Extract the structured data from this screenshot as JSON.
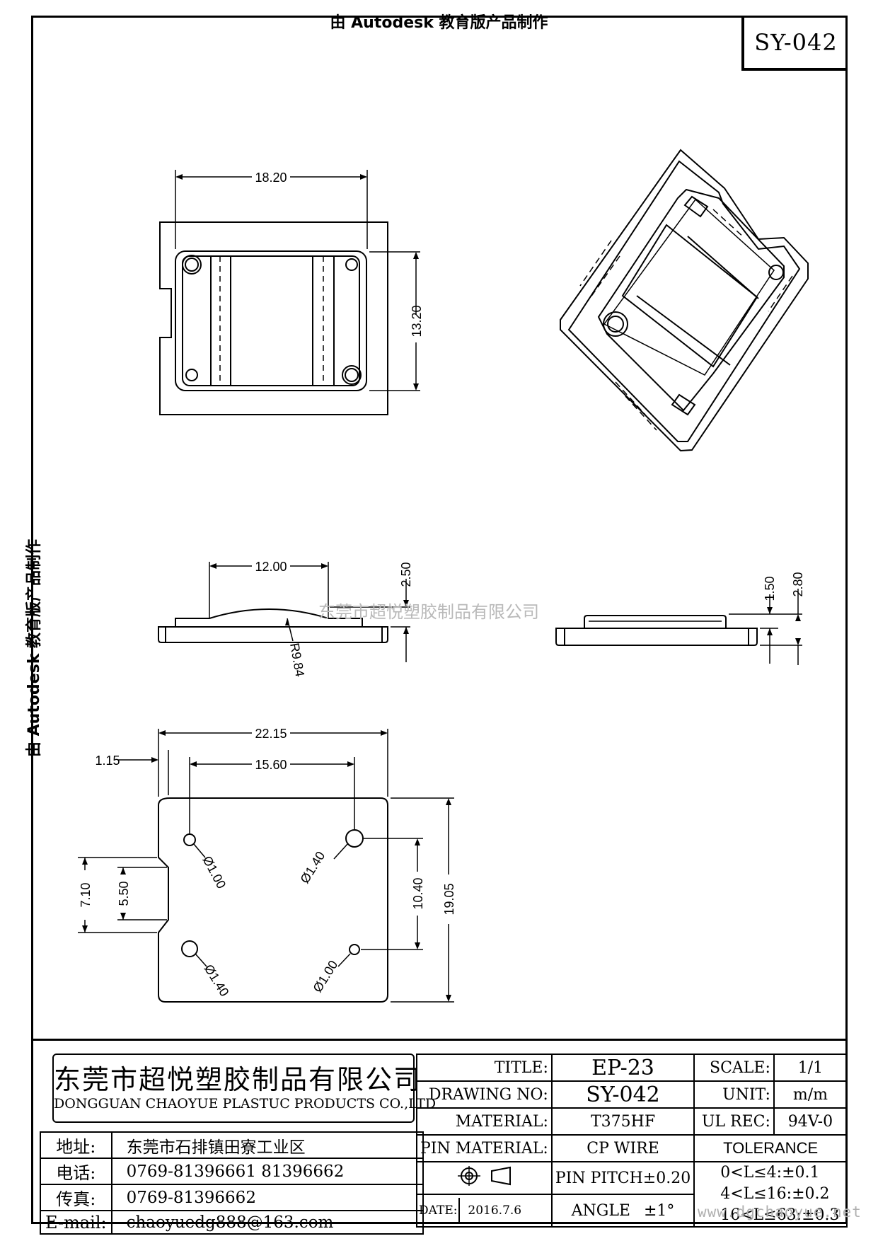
{
  "watermark": {
    "top": "由 Autodesk 教育版产品制作",
    "left": "由 Autodesk 教育版产品制作",
    "company": "东莞市超悦塑胶制品有限公司",
    "url": "www.dgchaoyue.net"
  },
  "drawing_number": "SY-042",
  "dimensions": {
    "top_width": "18.20",
    "top_height": "13.20",
    "front_width": "12.00",
    "front_depth": "2.50",
    "front_radius": "R9.84",
    "side_step": "1.50",
    "side_height": "2.80",
    "bottom_width": "22.15",
    "bottom_offset": "1.15",
    "pin_span_x": "15.60",
    "notch_outer": "7.10",
    "notch_inner": "5.50",
    "pin_span_y": "10.40",
    "bottom_height": "19.05",
    "hole_tl": "Ø1.00",
    "hole_tr": "Ø1.40",
    "hole_bl": "Ø1.40",
    "hole_br": "Ø1.00"
  },
  "company": {
    "name_cn": "东莞市超悦塑胶制品有限公司",
    "name_en": "DONGGUAN CHAOYUE PLASTUC PRODUCTS CO.,LTD"
  },
  "contact": [
    {
      "label": "地址:",
      "value": "东莞市石排镇田寮工业区"
    },
    {
      "label": "电话:",
      "value": "0769-81396661   81396662"
    },
    {
      "label": "传真:",
      "value": "0769-81396662"
    },
    {
      "label": "E-mail:",
      "value": "chaoyuedg888@163.com"
    }
  ],
  "spec": {
    "title_label": "TITLE:",
    "title_value": "EP-23",
    "drawing_label": "DRAWING NO:",
    "drawing_value": "SY-042",
    "material_label": "MATERIAL:",
    "material_value": "T375HF",
    "pin_material_label": "PIN MATERIAL:",
    "pin_material_value": "CP WIRE",
    "pin_pitch": "PIN PITCH±0.20",
    "date_label": "DATE:",
    "date_value": "2016.7.6",
    "angle_label": "ANGLE",
    "angle_value": "±1°",
    "scale_label": "SCALE:",
    "scale_value": "1/1",
    "unit_label": "UNIT:",
    "unit_value": "m/m",
    "ul_label": "UL REC:",
    "ul_value": "94V-0",
    "tolerance_label": "TOLERANCE",
    "tolerance_lines": [
      "0<L≤4:±0.1",
      "4<L≤16:±0.2",
      "16<L≤63:±0.3"
    ]
  }
}
